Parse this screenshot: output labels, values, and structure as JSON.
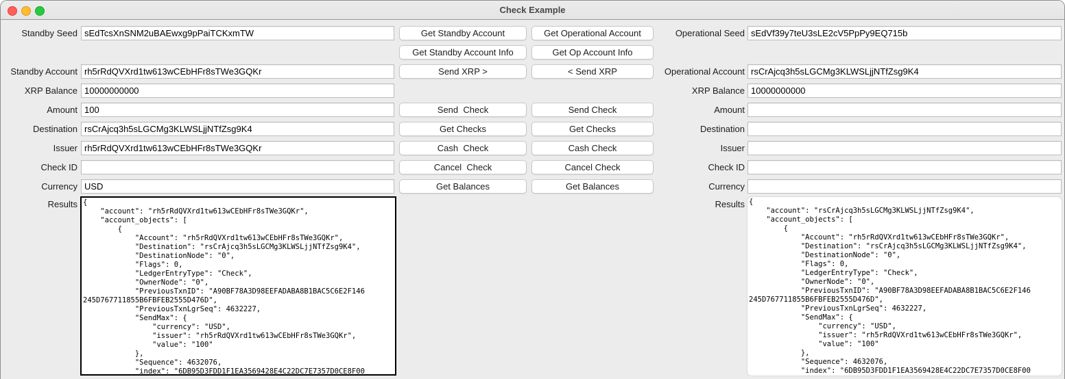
{
  "window": {
    "title": "Check Example"
  },
  "left": {
    "fields": [
      {
        "label": "Standby Seed",
        "value": "sEdTcsXnSNM2uBAEwxg9pPaiTCKxmTW"
      },
      {
        "label": "Standby Account",
        "value": "rh5rRdQVXrd1tw613wCEbHFr8sTWe3GQKr"
      },
      {
        "label": "XRP Balance",
        "value": "10000000000"
      },
      {
        "label": "Amount",
        "value": "100"
      },
      {
        "label": "Destination",
        "value": "rsCrAjcq3h5sLGCMg3KLWSLjjNTfZsg9K4"
      },
      {
        "label": "Issuer",
        "value": "rh5rRdQVXrd1tw613wCEbHFr8sTWe3GQKr"
      },
      {
        "label": "Check ID",
        "value": ""
      },
      {
        "label": "Currency",
        "value": "USD"
      }
    ],
    "results_label": "Results",
    "results": "{\n    \"account\": \"rh5rRdQVXrd1tw613wCEbHFr8sTWe3GQKr\",\n    \"account_objects\": [\n        {\n            \"Account\": \"rh5rRdQVXrd1tw613wCEbHFr8sTWe3GQKr\",\n            \"Destination\": \"rsCrAjcq3h5sLGCMg3KLWSLjjNTfZsg9K4\",\n            \"DestinationNode\": \"0\",\n            \"Flags\": 0,\n            \"LedgerEntryType\": \"Check\",\n            \"OwnerNode\": \"0\",\n            \"PreviousTxnID\": \"A90BF78A3D98EEFADABA8B1BAC5C6E2F146\n245D767711855B6FBFEB2555D476D\",\n            \"PreviousTxnLgrSeq\": 4632227,\n            \"SendMax\": {\n                \"currency\": \"USD\",\n                \"issuer\": \"rh5rRdQVXrd1tw613wCEbHFr8sTWe3GQKr\",\n                \"value\": \"100\"\n            },\n            \"Sequence\": 4632076,\n            \"index\": \"6DB95D3FDD1F1EA3569428E4C22DC7E7357D0CE8F00"
  },
  "right": {
    "fields": [
      {
        "label": "Operational Seed",
        "value": "sEdVf39y7teU3sLE2cV5PpPy9EQ715b"
      },
      {
        "label": "Operational Account",
        "value": "rsCrAjcq3h5sLGCMg3KLWSLjjNTfZsg9K4"
      },
      {
        "label": "XRP Balance",
        "value": "10000000000"
      },
      {
        "label": "Amount",
        "value": ""
      },
      {
        "label": "Destination",
        "value": ""
      },
      {
        "label": "Issuer",
        "value": ""
      },
      {
        "label": "Check ID",
        "value": ""
      },
      {
        "label": "Currency",
        "value": ""
      }
    ],
    "results_label": "Results",
    "results": "{\n    \"account\": \"rsCrAjcq3h5sLGCMg3KLWSLjjNTfZsg9K4\",\n    \"account_objects\": [\n        {\n            \"Account\": \"rh5rRdQVXrd1tw613wCEbHFr8sTWe3GQKr\",\n            \"Destination\": \"rsCrAjcq3h5sLGCMg3KLWSLjjNTfZsg9K4\",\n            \"DestinationNode\": \"0\",\n            \"Flags\": 0,\n            \"LedgerEntryType\": \"Check\",\n            \"OwnerNode\": \"0\",\n            \"PreviousTxnID\": \"A90BF78A3D98EEFADABA8B1BAC5C6E2F146\n245D767711855B6FBFEB2555D476D\",\n            \"PreviousTxnLgrSeq\": 4632227,\n            \"SendMax\": {\n                \"currency\": \"USD\",\n                \"issuer\": \"rh5rRdQVXrd1tw613wCEbHFr8sTWe3GQKr\",\n                \"value\": \"100\"\n            },\n            \"Sequence\": 4632076,\n            \"index\": \"6DB95D3FDD1F1EA3569428E4C22DC7E7357D0CE8F00"
  },
  "buttons": {
    "standby": [
      "Get Standby Account",
      "Get Standby Account Info",
      "Send XRP >",
      "Send  Check",
      "Get Checks",
      "Cash  Check",
      "Cancel  Check",
      "Get Balances"
    ],
    "operational": [
      "Get Operational Account",
      "Get Op Account Info",
      "< Send XRP",
      "Send Check",
      "Get Checks",
      "Cash Check",
      "Cancel Check",
      "Get Balances"
    ]
  }
}
